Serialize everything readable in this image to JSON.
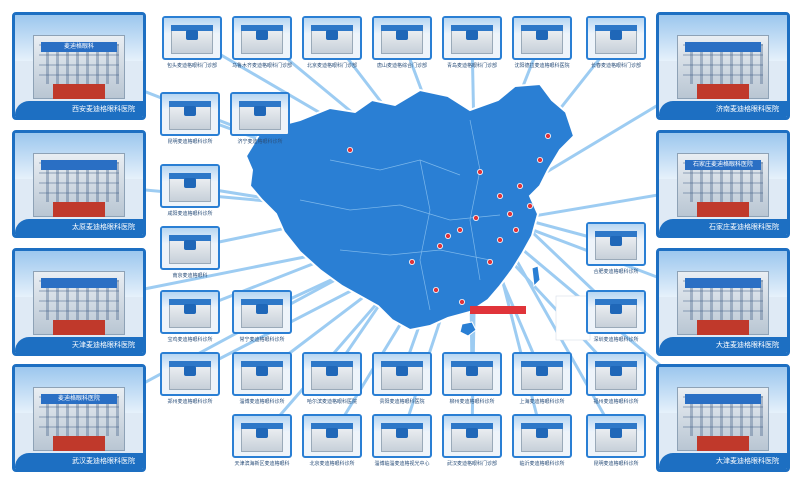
{
  "colors": {
    "accent": "#1d6fc2",
    "map_fill": "#2a7fd4",
    "map_edge": "#ffffff",
    "pin": "#e0343a",
    "line": "#8cc4f0"
  },
  "featured": [
    {
      "label": "西安麦迪格眼科医院",
      "sign": "麦迪格眼科"
    },
    {
      "label": "太原麦迪格眼科医院"
    },
    {
      "label": "天津麦迪格眼科医院"
    },
    {
      "label": "武汉麦迪格眼科医院",
      "sign": "麦迪格眼科医院"
    },
    {
      "label": "济南麦迪格眼科医院"
    },
    {
      "label": "石家庄麦迪格眼科医院",
      "sign": "石家庄麦迪格眼科医院"
    },
    {
      "label": "大连麦迪格眼科医院"
    },
    {
      "label": "大津麦迪格眼科医院"
    }
  ],
  "branches": [
    "包头麦迪格眼科门诊部",
    "乌鲁木齐麦迪格眼科门诊部",
    "北京麦迪格眼科门诊部",
    "唐山麦迪格综合门诊部",
    "青岛麦迪格眼科门诊部",
    "沈阳德拉麦迪格眼科医院",
    "长春麦迪格眼科门诊部",
    "昆明麦迪格眼科诊所",
    "济宁麦迪格眼科诊所",
    "咸阳麦迪格眼科诊所",
    "南京麦迪格眼科",
    "宝鸡麦迪格眼科诊所",
    "常宁麦迪格眼科诊所",
    "郑州麦迪格眼科诊所",
    "淄博麦迪格眼科诊所",
    "哈尔滨麦迪格眼科医院",
    "贵阳麦迪格眼科医院",
    "柳州麦迪格眼科诊所",
    "上海麦迪格眼科诊所",
    "福州麦迪格眼科诊所",
    "深圳麦迪格眼科诊所",
    "合肥麦迪格眼科诊所",
    "天津滨海新区麦迪格眼科",
    "北京麦迪格眼科诊所",
    "淄博临淄麦迪格视光中心",
    "武汉麦迪格眼科门诊部",
    "临沂麦迪格眼科诊所",
    "昆明麦迪格眼科诊所"
  ]
}
